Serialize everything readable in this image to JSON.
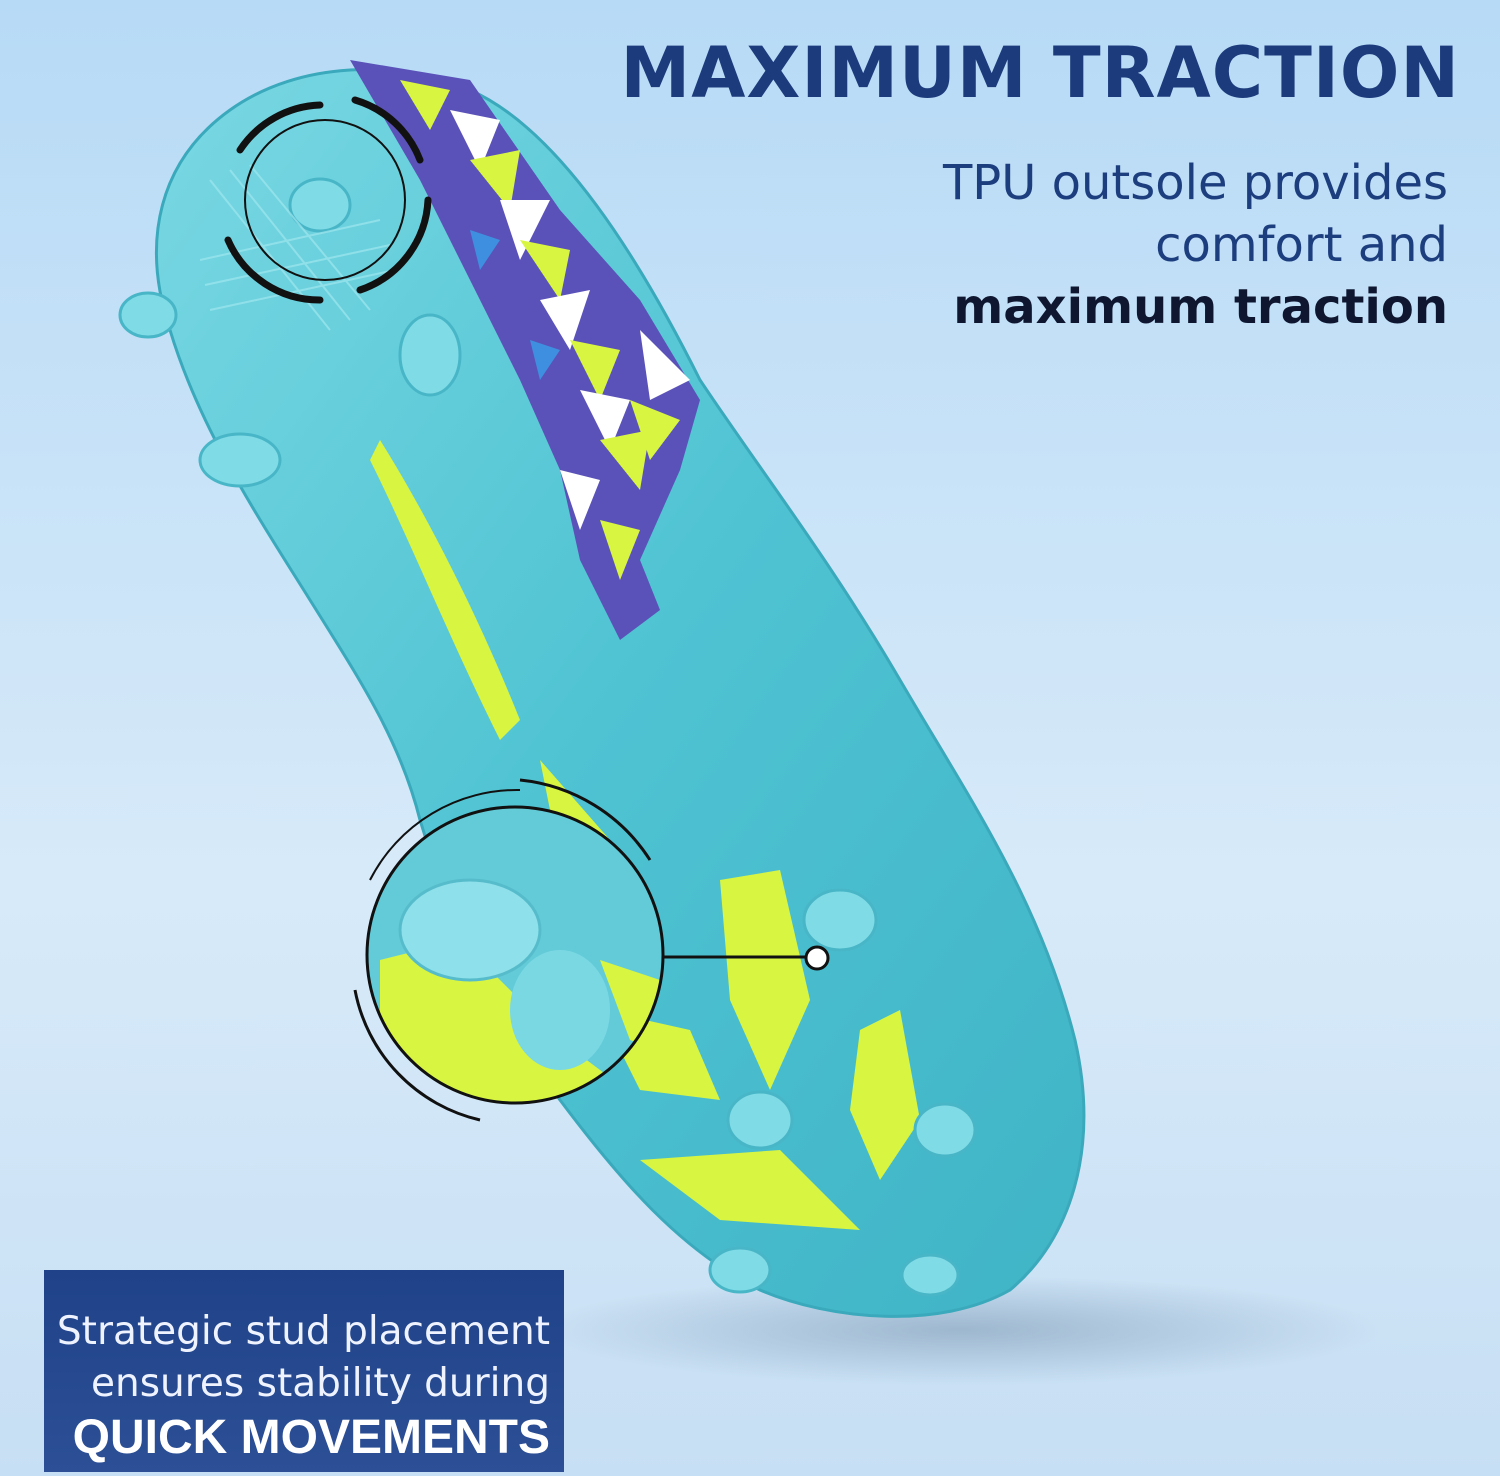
{
  "header": {
    "headline": "MAXIMUM TRACTION",
    "subcopy_line1": "TPU outsole provides",
    "subcopy_line2": "comfort and",
    "subcopy_emphasis": "maximum traction"
  },
  "callout_box": {
    "line1": "Strategic stud placement",
    "line2": "ensures stability during",
    "emphasis": "QUICK MOVEMENTS"
  },
  "colors": {
    "heading_navy": "#1c3b7c",
    "box_background": "#24478e",
    "sole_aqua": "#5ec9d6",
    "neon_yellow": "#d8f542",
    "pattern_purple": "#5a52b8"
  }
}
